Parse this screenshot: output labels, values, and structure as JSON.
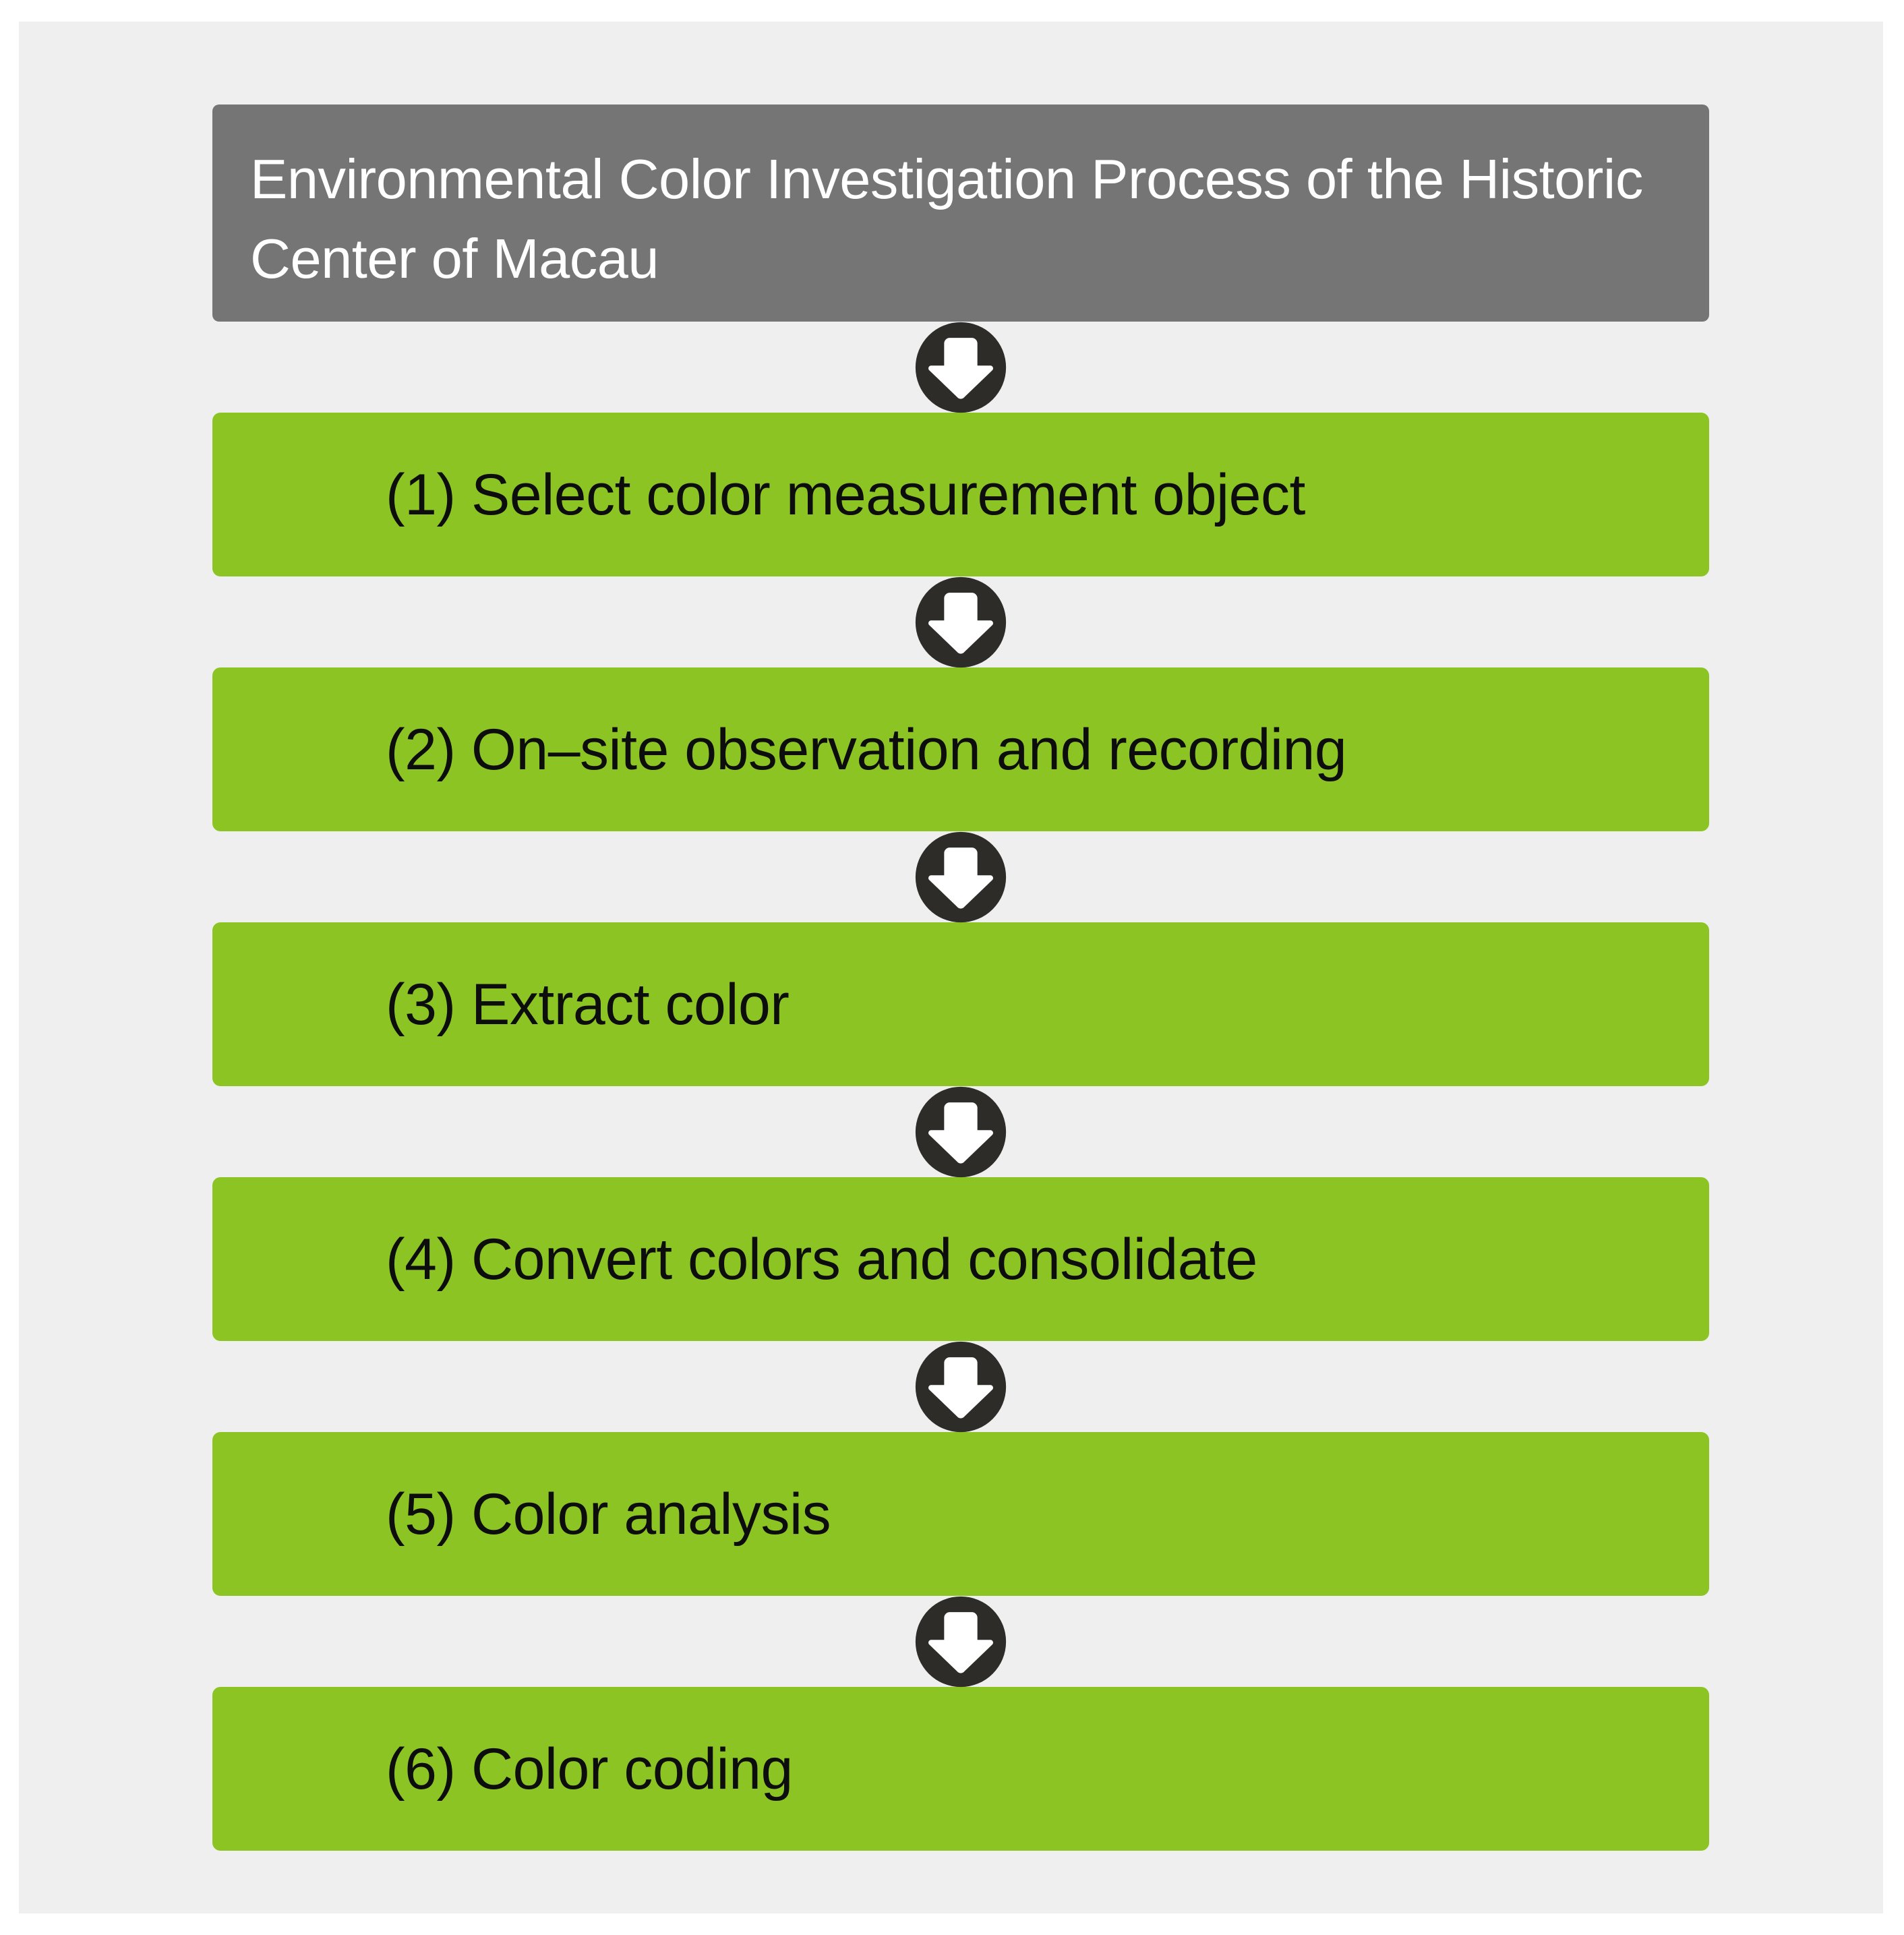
{
  "diagram": {
    "title": "Environmental Color Investigation Process of the Historic Center of Macau",
    "header_bg": "#757575",
    "step_bg": "#8cc424",
    "canvas_bg": "#efefef",
    "arrow_circle_color": "#2e2c29",
    "arrow_glyph_color": "#ffffff",
    "arrow_icon_name": "down-arrow-icon",
    "steps": [
      {
        "label": "(1) Select color measurement object"
      },
      {
        "label": "(2) On–site observation and recording"
      },
      {
        "label": "(3) Extract color"
      },
      {
        "label": "(4) Convert colors and consolidate"
      },
      {
        "label": "(5) Color analysis"
      },
      {
        "label": "(6) Color coding"
      }
    ]
  }
}
